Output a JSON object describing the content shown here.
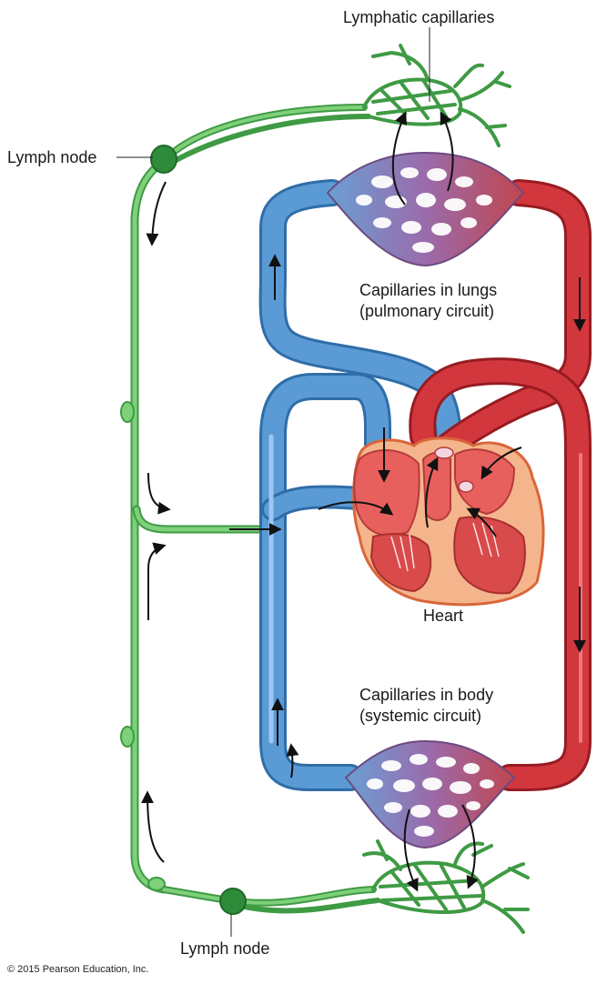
{
  "labels": {
    "lymphatic_capillaries": "Lymphatic capillaries",
    "lymph_node_top": "Lymph node",
    "lungs_line1": "Capillaries in lungs",
    "lungs_line2": "(pulmonary circuit)",
    "heart": "Heart",
    "body_line1": "Capillaries in body",
    "body_line2": "(systemic circuit)",
    "lymph_node_bottom": "Lymph node",
    "copyright": "© 2015 Pearson Education, Inc."
  },
  "colors": {
    "lymph": "#6cc36a",
    "lymph_dark": "#3f9a44",
    "lymph_node": "#2e8b3a",
    "venous": "#4f8fc9",
    "venous_light": "#8ec1ea",
    "arterial": "#c8282e",
    "arterial_light": "#e86a6a",
    "capillary_bed": "#9a6bab",
    "heart": "#e8605e",
    "heart_outline": "#d9663a",
    "heart_muscle": "#f4b58c",
    "arrow": "#111111"
  }
}
